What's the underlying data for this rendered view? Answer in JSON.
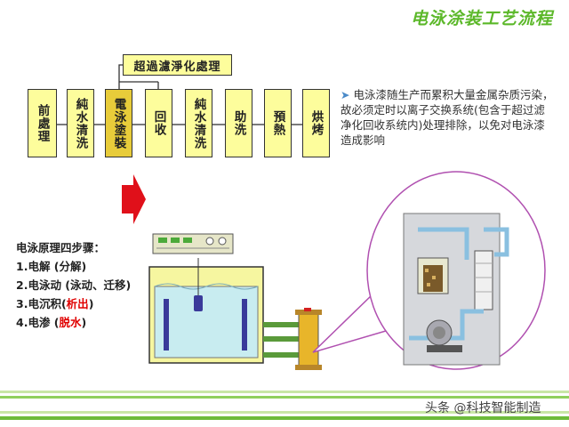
{
  "title": "电泳涂装工艺流程",
  "process": {
    "steps": [
      "前處理",
      "純水清洗",
      "電泳塗裝",
      "回收",
      "純水清洗",
      "助洗",
      "預熱",
      "烘烤"
    ],
    "active_index": 2,
    "top_box": "超過濾淨化處理"
  },
  "note": "电泳漆随生产而累积大量金属杂质污染，故必须定时以离子交换系统(包含于超过滤净化回收系统内)处理排除，以免对电泳漆造成影响",
  "principle": {
    "heading": "电泳原理四步骤：",
    "items": [
      {
        "prefix": "1.电解 (",
        "highlight": "分解",
        "suffix": ")",
        "red": false
      },
      {
        "prefix": "2.电泳动 (",
        "highlight": "泳动、迁移",
        "suffix": ")",
        "red": false
      },
      {
        "prefix": "3.电沉积(",
        "highlight": "析出",
        "suffix": ")",
        "red": true
      },
      {
        "prefix": "4.电渗 (",
        "highlight": "脱水",
        "suffix": ")",
        "red": true
      }
    ]
  },
  "watermark": "头条 @科技智能制造",
  "colors": {
    "title": "#5cb82a",
    "box": "#fdfd9c",
    "active_box": "#e8cc3a",
    "highlight": "#e00000",
    "arrow": "#e0101a"
  }
}
